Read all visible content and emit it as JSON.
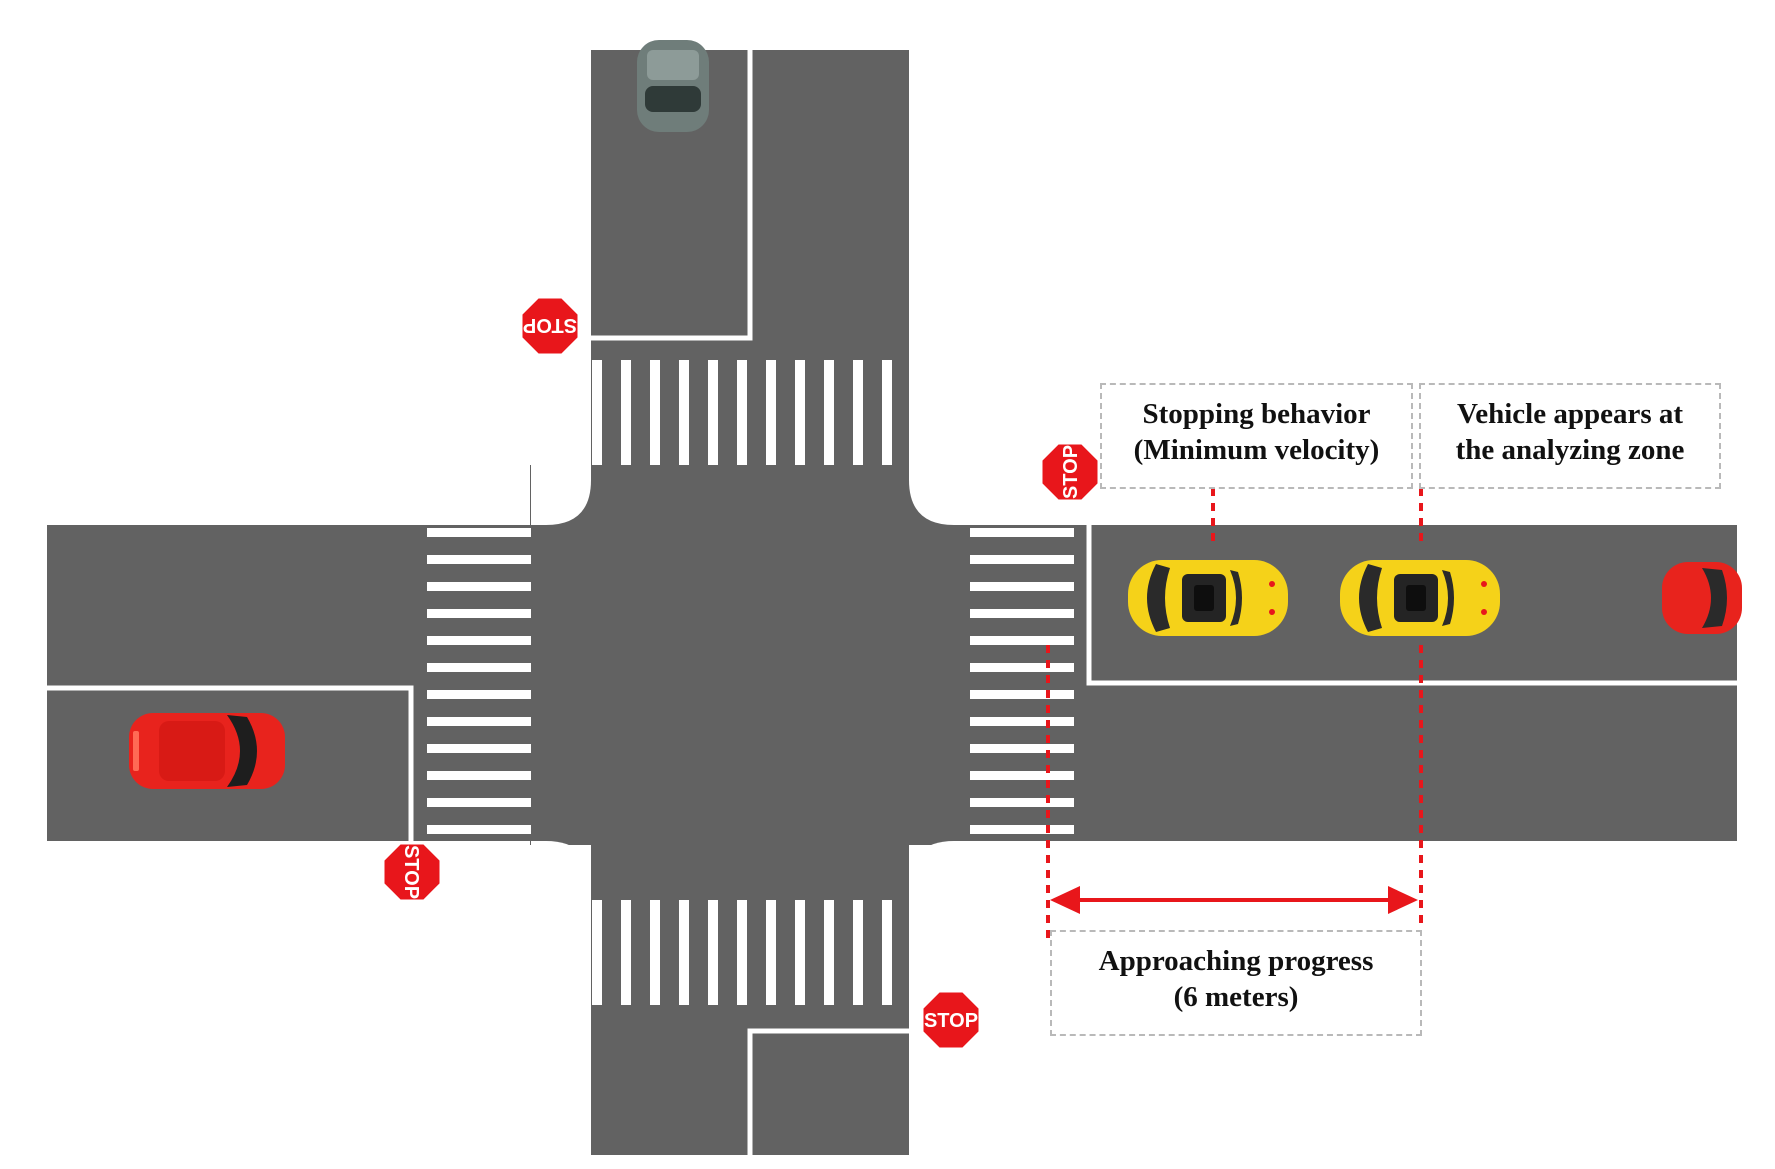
{
  "colors": {
    "road": "#626262",
    "marking": "#ffffff",
    "stop_sign": "#e8161b",
    "focus_vehicle": "#f5d219",
    "other_vehicle": "#e8231d",
    "oncoming_vehicle": "#6f7d7a",
    "annotation": "#e8161b",
    "box_border": "#b9b9b9"
  },
  "icons": {
    "stop_sign": "stop-sign-icon",
    "vehicle": "car-top-view-icon"
  },
  "stop_sign_text": "STOP",
  "labels": {
    "stopping_line1": "Stopping behavior",
    "stopping_line2": "(Minimum velocity)",
    "appears_line1": "Vehicle appears at",
    "appears_line2": "the analyzing zone",
    "approach_line1": "Approaching progress",
    "approach_line2": "(6 meters)"
  }
}
